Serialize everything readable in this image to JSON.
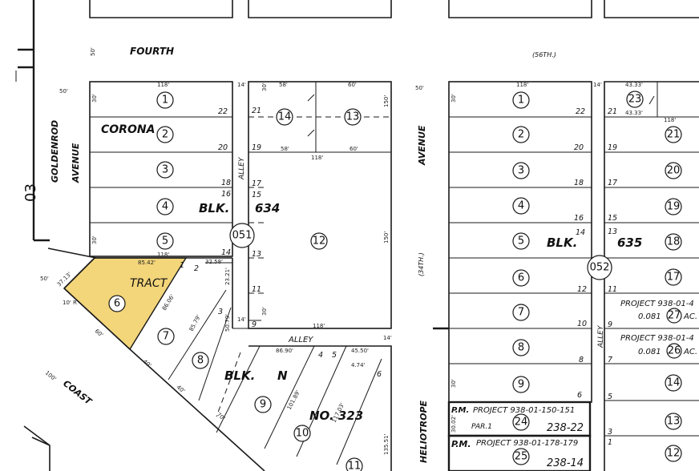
{
  "streets": {
    "fourth": "FOURTH",
    "fourth_alt": "(56TH.)",
    "goldenrod": "GOLDENROD",
    "avenue_left": "AVENUE",
    "avenue_mid": "AVENUE",
    "heliotrope_alt": "(34TH.)",
    "heliotrope": "HELIOTROPE",
    "coast": "COAST",
    "alley_vertical_left": "ALLEY",
    "alley_horizontal": "ALLEY",
    "alley_vertical_right": "ALLEY"
  },
  "labels": {
    "corona": "CORONA",
    "blk_634": "BLK.",
    "num_634": "634",
    "blk_635": "BLK.",
    "num_635": "635",
    "tract": "TRACT",
    "blk_n": "BLK.",
    "n_letter": "N",
    "no_323": "NO. 323",
    "book_03": "03"
  },
  "book_pages": [
    "051",
    "052"
  ],
  "parcels_left": [
    "1",
    "2",
    "3",
    "4",
    "5",
    "6",
    "7",
    "8",
    "9",
    "10",
    "11"
  ],
  "parcels_center": [
    "14",
    "13",
    "12"
  ],
  "parcels_right": [
    "1",
    "2",
    "3",
    "4",
    "5",
    "6",
    "7",
    "8",
    "9"
  ],
  "parcels_far_right": [
    "23",
    "21",
    "20",
    "19",
    "18",
    "17",
    "27",
    "26",
    "14",
    "13",
    "12"
  ],
  "parcel_map_projects": [
    {
      "pm": "P.M.",
      "project": "PROJECT 938-01-150-151",
      "par": "PAR.1",
      "parcel": "24",
      "ref": "238-22"
    },
    {
      "pm": "P.M.",
      "project": "PROJECT 938-01-178-179",
      "parcel": "25",
      "ref": "238-14"
    }
  ],
  "far_right_projects": [
    {
      "text": "PROJECT 938-01-4",
      "acre": "0.081",
      "parcel": "27",
      "ac": "AC."
    },
    {
      "text": "PROJECT 938-01-4",
      "acre": "0.081",
      "parcel": "26",
      "ac": "AC."
    }
  ],
  "lot_numbers_left": [
    "22",
    "20",
    "18",
    "16",
    "14",
    "21",
    "19",
    "17",
    "15",
    "13",
    "11",
    "9",
    "1",
    "2",
    "3",
    "4",
    "5",
    "6"
  ],
  "lot_numbers_right": [
    "22",
    "20",
    "18",
    "16",
    "14",
    "12",
    "10",
    "8",
    "6",
    "21",
    "19",
    "17",
    "15",
    "13",
    "11",
    "9",
    "7",
    "5",
    "3",
    "1"
  ],
  "dimensions": {
    "d50_a": "50'",
    "d50_b": "50'",
    "d50_c": "50'",
    "d50_d": "50'",
    "d118_a": "118'",
    "d118_b": "118'",
    "d118_c": "118'",
    "d118_d": "118'",
    "d118_e": "118'",
    "d118_f": "118'",
    "d58_a": "58'",
    "d58_b": "58'",
    "d60_a": "60'",
    "d60_b": "60'",
    "d30_a": "30'",
    "d30_b": "30'",
    "d30_c": "30'",
    "d30_d": "30'",
    "d30_e": "30'",
    "d30_f": "30'",
    "d14_a": "14'",
    "d14_b": "14'",
    "d14_c": "14'",
    "d14_d": "14'",
    "d150_a": "150'",
    "d150_b": "150'",
    "d8542": "85.42'",
    "d3258": "32.58'",
    "d3713": "37.13'",
    "d10r": "10' R",
    "d8606": "86.06'",
    "d8579": "85.79'",
    "d5079": "50.79'",
    "d2321": "23.21'",
    "d8690": "86.90'",
    "d4550": "45.50'",
    "d474": "4.74'",
    "d10189": "101.89'",
    "d11703": "117.03'",
    "d13551": "135.51'",
    "d60": "60'",
    "d40_a": "40'",
    "d40_b": "40'",
    "d70": "70'",
    "d100": "100'",
    "d4333_a": "43.33'",
    "d4333_b": "43.33'",
    "d3002": "30.02'"
  },
  "highlight_color": "#f3d57a"
}
